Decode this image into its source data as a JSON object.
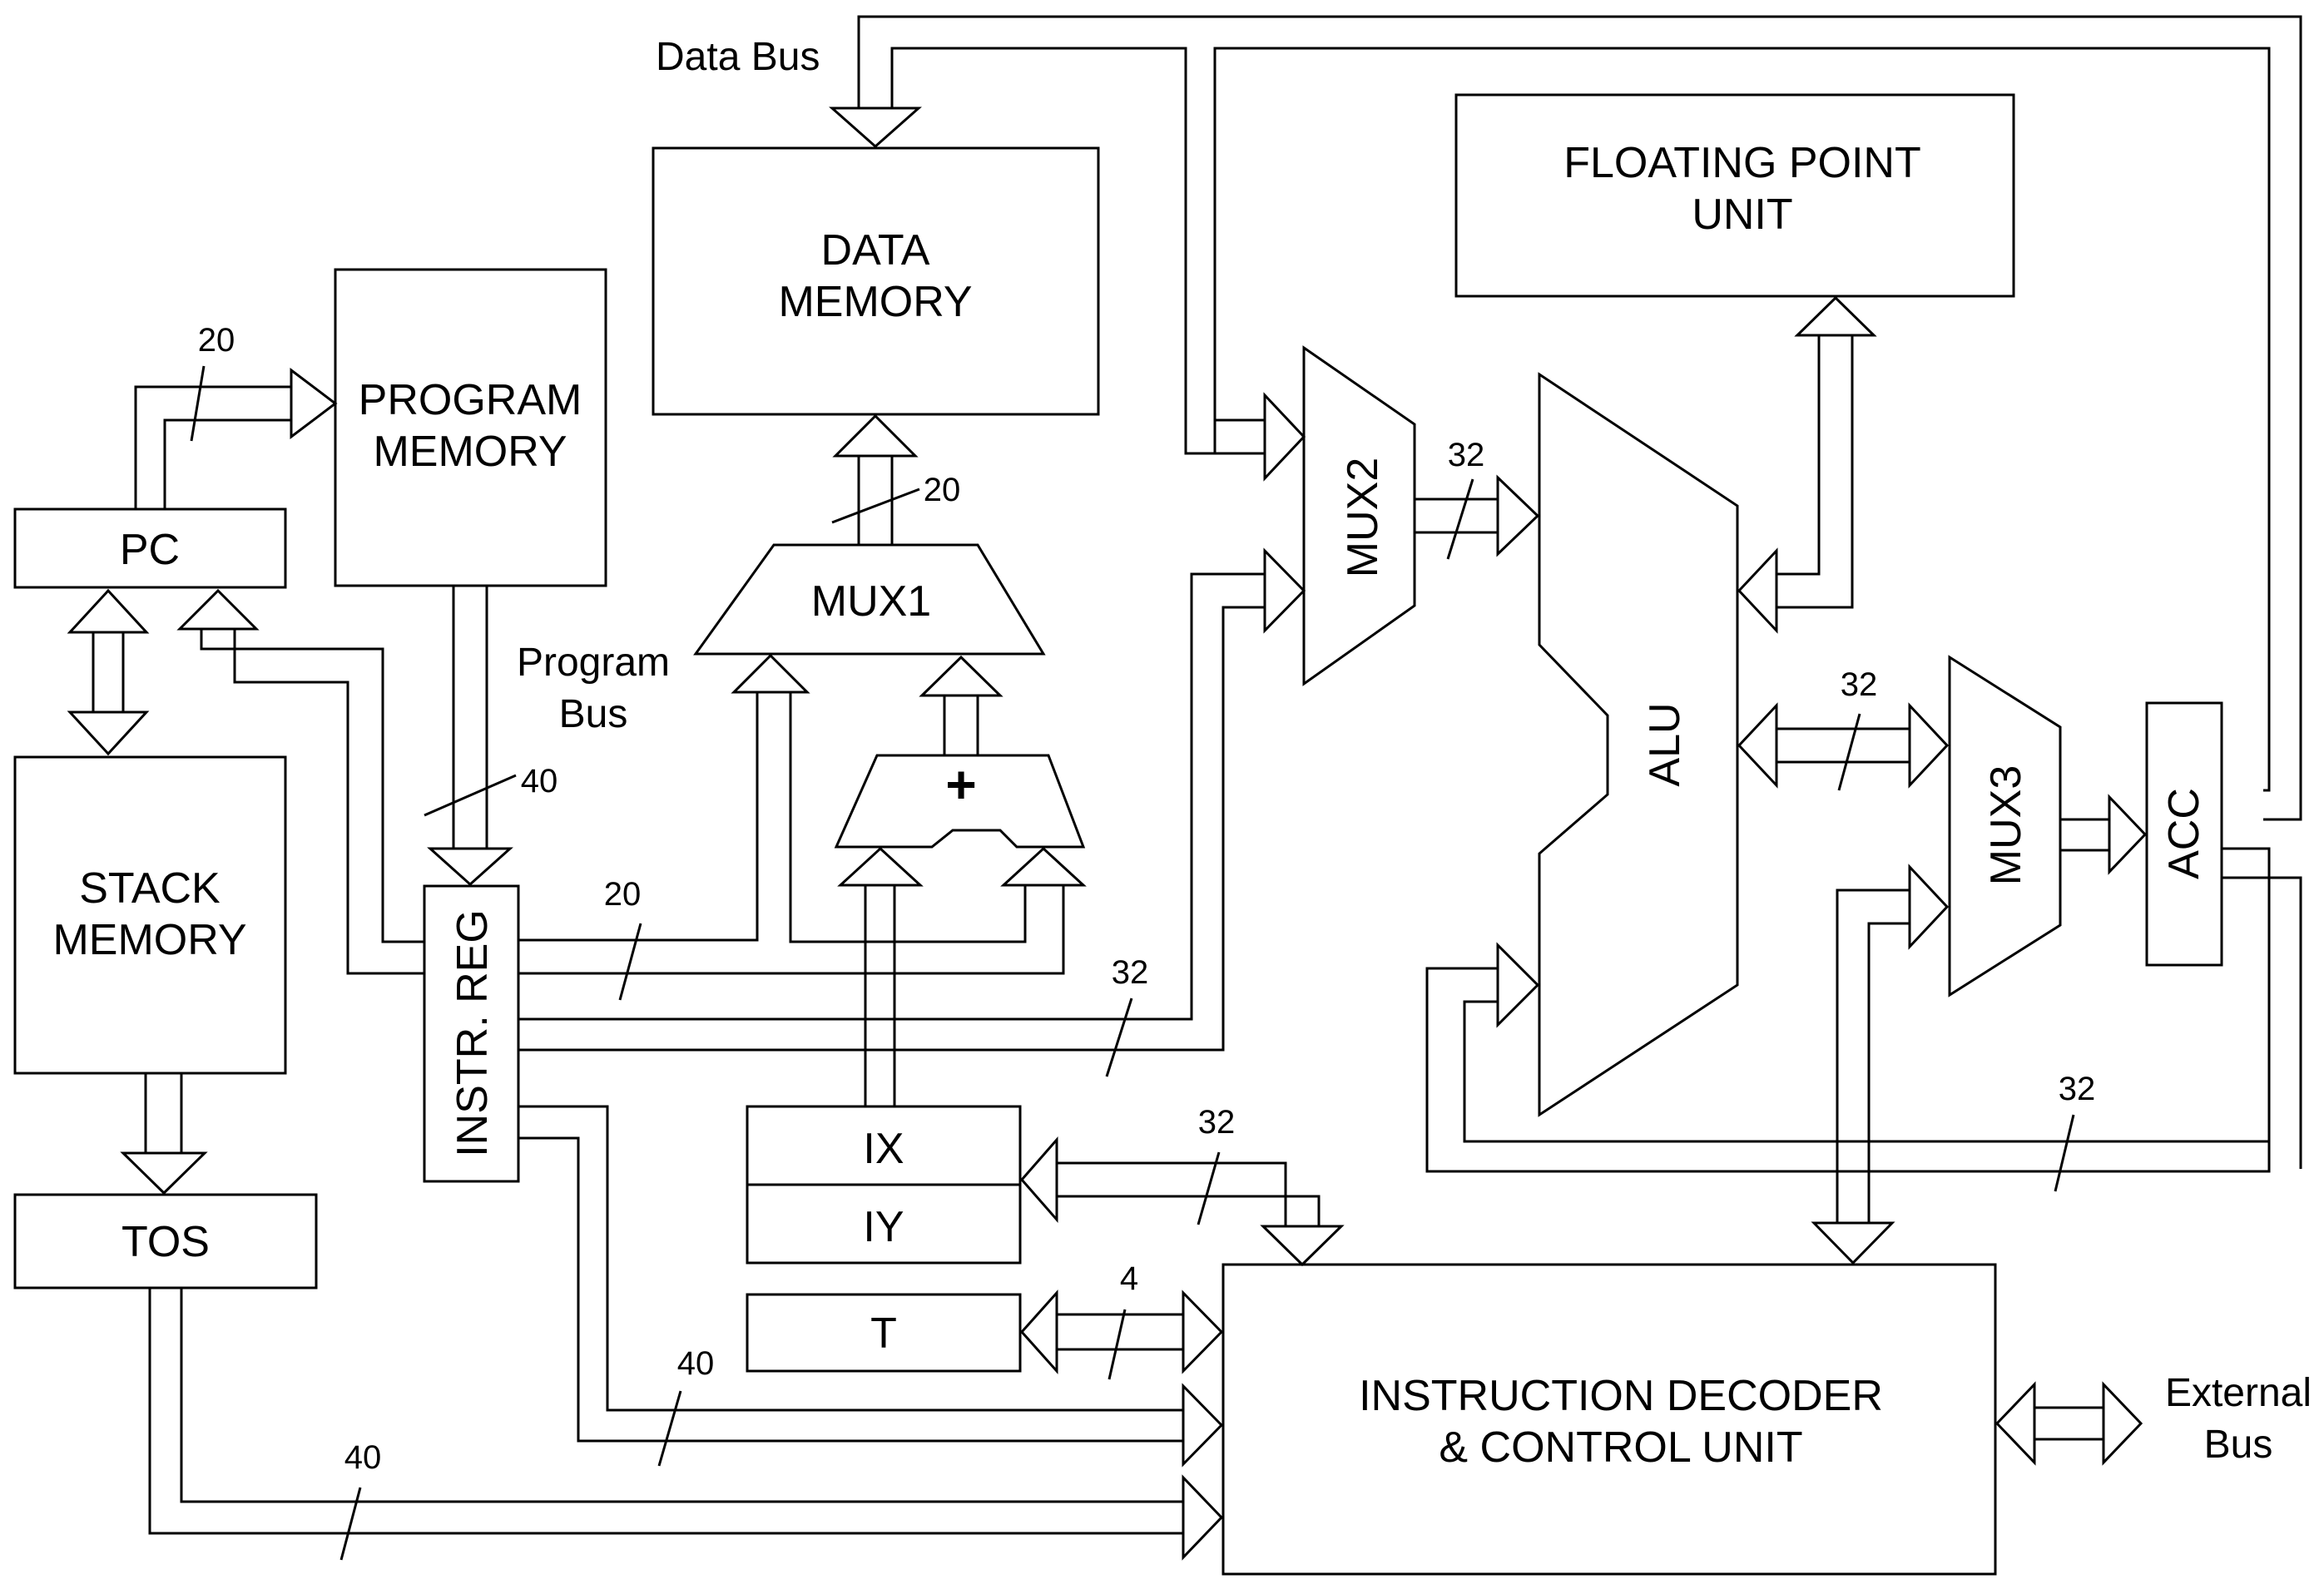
{
  "blocks": {
    "program_memory": [
      "PROGRAM",
      "MEMORY"
    ],
    "data_memory": [
      "DATA",
      "MEMORY"
    ],
    "fpu": [
      "FLOATING POINT",
      "UNIT"
    ],
    "pc": "PC",
    "stack_memory": [
      "STACK",
      "MEMORY"
    ],
    "tos": "TOS",
    "instr_reg": "INSTR. REG",
    "mux1": "MUX1",
    "adder": "+",
    "mux2": "MUX2",
    "alu": "ALU",
    "mux3": "MUX3",
    "acc": "ACC",
    "ix": "IX",
    "iy": "IY",
    "t": "T",
    "decoder": [
      "INSTRUCTION DECODER",
      "& CONTROL UNIT"
    ]
  },
  "bus_labels": {
    "data_bus": "Data Bus",
    "program_bus": [
      "Program",
      "Bus"
    ],
    "external_bus": [
      "External",
      "Bus"
    ]
  },
  "widths": {
    "pc_to_progmem": "20",
    "mux1_to_datamem": "20",
    "progmem_to_ir": "40",
    "ir_to_mux1": "20",
    "mux2_to_alu": "32",
    "ir_to_mux2": "32",
    "alu_mux3": "32",
    "acc_feedback": "32",
    "ix_decoder": "32",
    "t_decoder": "4",
    "ir_to_decoder": "40",
    "tos_to_decoder": "40"
  }
}
